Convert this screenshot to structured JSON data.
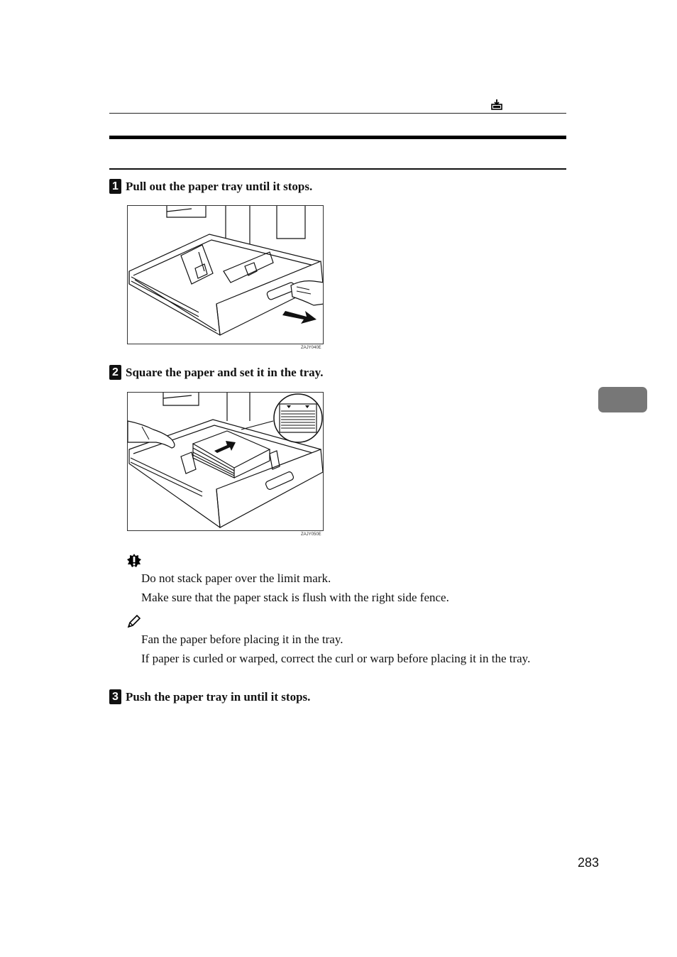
{
  "header": {
    "icon": "paper-tray-icon"
  },
  "steps": [
    {
      "number": "1",
      "text": "Pull out the paper tray until it stops."
    },
    {
      "number": "2",
      "text": "Square the paper and set it in the tray."
    },
    {
      "number": "3",
      "text": "Push the paper tray in until it stops."
    }
  ],
  "figures": [
    {
      "code": "ZAJY040E"
    },
    {
      "code": "ZAJY050E"
    }
  ],
  "important": {
    "icon": "important-icon",
    "items": [
      "Do not stack paper over the limit mark.",
      "Make sure that the paper stack is flush with the right side fence."
    ]
  },
  "note": {
    "icon": "note-pencil-icon",
    "items": [
      "Fan the paper before placing it in the tray.",
      "If paper is curled or warped, correct the curl or warp before placing it in the tray."
    ]
  },
  "page_number": "283"
}
